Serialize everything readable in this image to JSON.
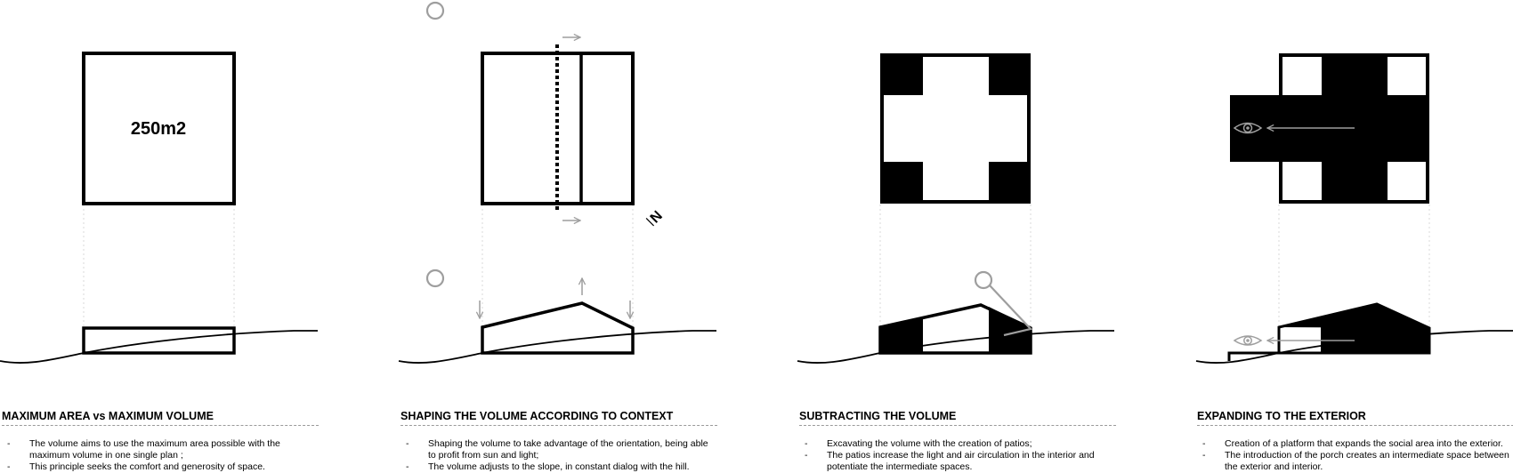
{
  "panels": [
    {
      "title": "MAXIMUM AREA vs MAXIMUM VOLUME",
      "plan_label": "250m2",
      "bullets": [
        "The volume aims to use the maximum area possible with the maximum volume in one single plan ;",
        "This principle seeks the comfort and generosity of space."
      ]
    },
    {
      "title": "SHAPING THE VOLUME ACCORDING TO CONTEXT",
      "north_label": "N",
      "bullets": [
        "Shaping the volume to take advantage of the orientation, being able to profit from sun and light;",
        "The volume adjusts to the slope, in constant dialog with the hill."
      ]
    },
    {
      "title": "SUBTRACTING THE VOLUME",
      "bullets": [
        "Excavating the volume with the creation of patios;",
        "The patios increase the light and air circulation in the interior and potentiate the intermediate spaces."
      ]
    },
    {
      "title": "EXPANDING TO THE EXTERIOR",
      "bullets": [
        "Creation of a platform that expands the social area into the exterior.",
        "The introduction of the porch creates an intermediate space between the exterior and interior."
      ]
    }
  ],
  "colors": {
    "ink": "#000000",
    "annotation": "#9e9e9e",
    "guide": "#d0d0d0"
  }
}
